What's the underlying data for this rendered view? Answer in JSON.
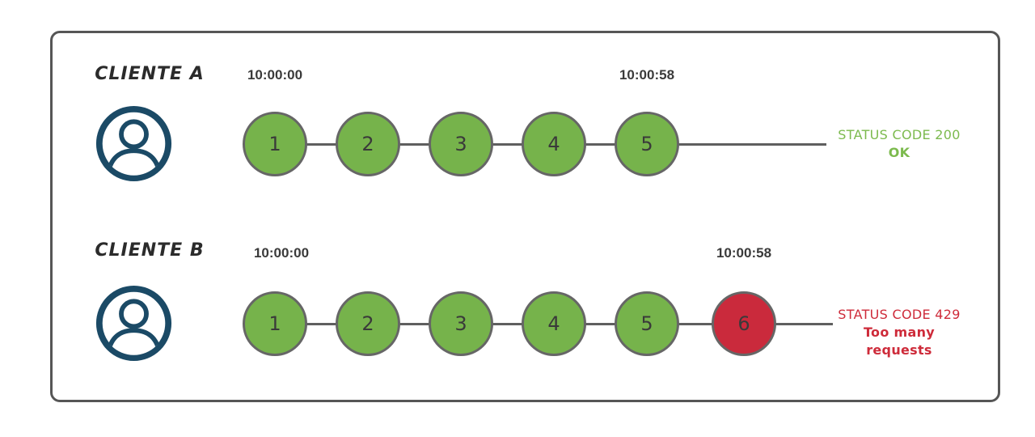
{
  "colors": {
    "ok_fill": "#76b34b",
    "ok_text": "#7cba4e",
    "blocked_fill": "#ca2a3c",
    "blocked_text": "#ce2b3a",
    "node_border": "#666666",
    "line": "#5f5f5f",
    "icon": "#1b4a66",
    "frame_border": "#565656",
    "label_text": "#2b2b2b",
    "time_text": "#3a3a3a",
    "number_text": "#3a3a3a"
  },
  "rows": [
    {
      "client_label": "CLIENTE A",
      "start_time": "10:00:00",
      "end_time": "10:00:58",
      "requests": [
        "1",
        "2",
        "3",
        "4",
        "5"
      ],
      "status_line1": "STATUS CODE 200",
      "status_line2": "OK"
    },
    {
      "client_label": "CLIENTE B",
      "start_time": "10:00:00",
      "end_time": "10:00:58",
      "requests": [
        "1",
        "2",
        "3",
        "4",
        "5",
        "6"
      ],
      "status_line1": "STATUS CODE 429",
      "status_line2": "Too many requests"
    }
  ]
}
